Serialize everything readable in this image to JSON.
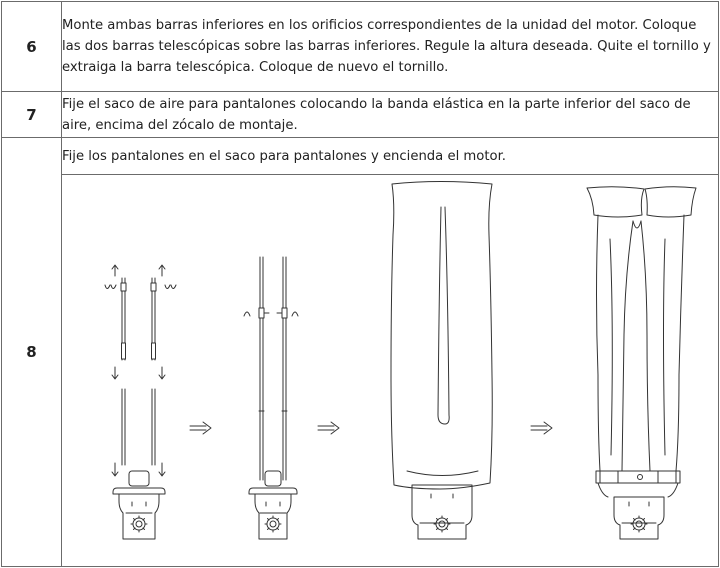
{
  "steps": [
    {
      "number": "6",
      "text": "Monte ambas barras inferiores en los orificios correspondientes de la unidad del motor. Coloque las dos barras telescópicas sobre las barras inferiores. Regule la altura deseada. Quite el tornillo y extraiga la barra telescópica. Coloque de nuevo el tornillo."
    },
    {
      "number": "7",
      "text": "Fije el saco de aire para pantalones colocando la banda elástica en la parte inferior del saco de aire, encima del zócalo de montaje."
    },
    {
      "number": "8",
      "text": "Fije los pantalones en el saco para pantalones y encienda el motor.",
      "figure_icons": [
        "assembly-rods-icon",
        "assembled-frame-icon",
        "air-bag-icon",
        "trousers-on-bag-icon",
        "arrow-right-icon"
      ]
    }
  ]
}
